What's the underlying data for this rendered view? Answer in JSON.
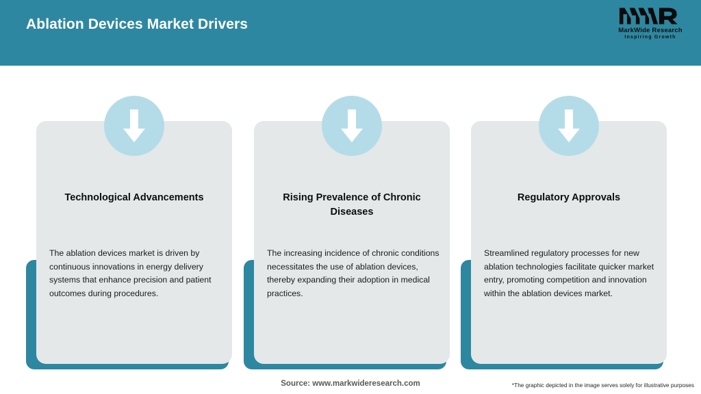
{
  "header": {
    "title": "Ablation Devices Market Drivers",
    "background_color": "#2E87A0",
    "title_color": "#FFFFFF"
  },
  "logo": {
    "monogram": "MWR",
    "name": "MarkWide Research",
    "tagline": "Inspiring Growth"
  },
  "theme": {
    "accent": "#2E87A0",
    "card_background": "#E4E8E9",
    "icon_circle": "#B4DCE8",
    "icon_arrow": "#FFFFFF",
    "page_background": "#FFFFFF"
  },
  "cards": [
    {
      "icon": "arrow-down-icon",
      "title": "Technological Advancements",
      "body": "The ablation devices market is driven by continuous innovations in energy delivery systems that enhance precision and patient outcomes during procedures."
    },
    {
      "icon": "arrow-down-icon",
      "title": "Rising Prevalence of Chronic Diseases",
      "body": "The increasing incidence of chronic conditions necessitates the use of ablation devices, thereby expanding their adoption in medical practices."
    },
    {
      "icon": "arrow-down-icon",
      "title": "Regulatory Approvals",
      "body": "Streamlined regulatory processes for new ablation technologies facilitate quicker market entry, promoting competition and innovation within the ablation devices market."
    }
  ],
  "footer": {
    "source": "Source: www.markwideresearch.com",
    "disclaimer": "*The graphic depicted in the image serves solely for illustrative purposes"
  }
}
